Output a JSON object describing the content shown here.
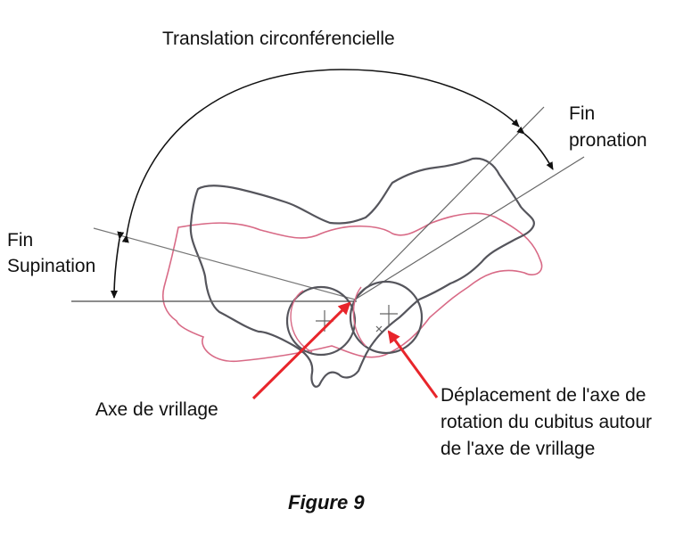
{
  "labels": {
    "title": "Translation circonférencielle",
    "fin_pronation_1": "Fin",
    "fin_pronation_2": "pronation",
    "fin_supination_1": "Fin",
    "fin_supination_2": "Supination",
    "axe_vrillage": "Axe de vrillage",
    "deplacement_1": "Déplacement de l'axe de",
    "deplacement_2": "rotation du  cubitus autour",
    "deplacement_3": "de l'axe de vrillage",
    "caption": "Figure 9"
  },
  "colors": {
    "ink": "#111111",
    "bone_gray": "#55555c",
    "bone_pink": "#d86a86",
    "arrow_red": "#e8252b"
  }
}
